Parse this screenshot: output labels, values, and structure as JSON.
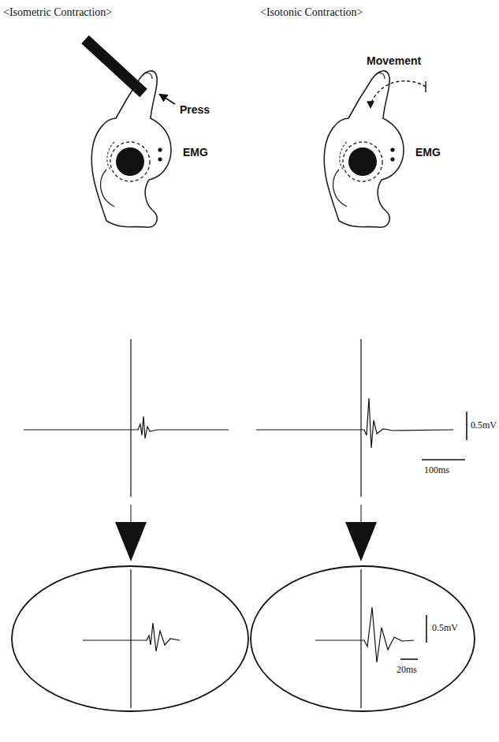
{
  "diagram": {
    "labels": [
      "<Isometric Contraction>",
      "<Isotonic Contraction>",
      "Press",
      "EMG",
      "Movement",
      "EMG",
      "0.5mV",
      "100ms",
      "0.5mV",
      "20ms"
    ]
  }
}
